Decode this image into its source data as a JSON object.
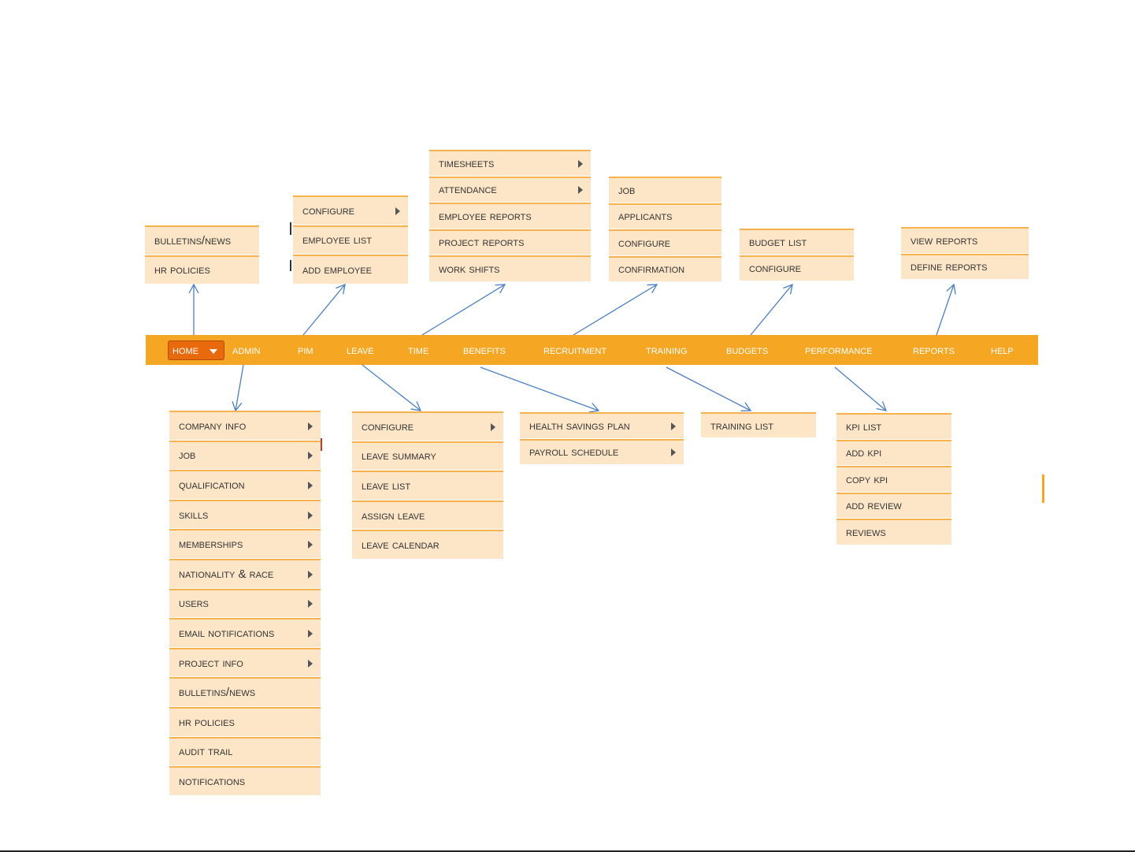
{
  "colors": {
    "menubar": "#f5a623",
    "home_button": "#e86a0c",
    "menu_item_bg": "#fde6c7",
    "menu_item_border": "#f7b14d",
    "arrows": "#4a7fc1"
  },
  "menubar": {
    "home": "Home",
    "items": [
      "Admin",
      "PIM",
      "Leave",
      "Time",
      "Benefits",
      "Recruitment",
      "Training",
      "Budgets",
      "Performance",
      "Reports",
      "Help"
    ]
  },
  "menus": {
    "home": [
      {
        "label": "Bulletins/News",
        "submenu": false
      },
      {
        "label": "HR Policies",
        "submenu": false
      }
    ],
    "pim": [
      {
        "label": "Configure",
        "submenu": true
      },
      {
        "label": "Employee List",
        "submenu": false
      },
      {
        "label": "Add Employee",
        "submenu": false
      }
    ],
    "time": [
      {
        "label": "Timesheets",
        "submenu": true
      },
      {
        "label": "Attendance",
        "submenu": true
      },
      {
        "label": "Employee Reports",
        "submenu": false
      },
      {
        "label": "Project Reports",
        "submenu": false
      },
      {
        "label": "Work Shifts",
        "submenu": false
      }
    ],
    "recruitment": [
      {
        "label": "Job",
        "submenu": false
      },
      {
        "label": "Applicants",
        "submenu": false
      },
      {
        "label": "Configure",
        "submenu": false
      },
      {
        "label": "Confirmation",
        "submenu": false
      }
    ],
    "budgets": [
      {
        "label": "Budget List",
        "submenu": false
      },
      {
        "label": "Configure",
        "submenu": false
      }
    ],
    "reports": [
      {
        "label": "View Reports",
        "submenu": false
      },
      {
        "label": "Define Reports",
        "submenu": false
      }
    ],
    "admin": [
      {
        "label": "Company Info",
        "submenu": true
      },
      {
        "label": "Job",
        "submenu": true
      },
      {
        "label": "Qualification",
        "submenu": true
      },
      {
        "label": "Skills",
        "submenu": true
      },
      {
        "label": "Memberships",
        "submenu": true
      },
      {
        "label": "Nationality & Race",
        "submenu": true
      },
      {
        "label": "Users",
        "submenu": true
      },
      {
        "label": "Email Notifications",
        "submenu": true
      },
      {
        "label": "Project Info",
        "submenu": true
      },
      {
        "label": "Bulletins/News",
        "submenu": false
      },
      {
        "label": "HR Policies",
        "submenu": false
      },
      {
        "label": "Audit Trail",
        "submenu": false
      },
      {
        "label": "Notifications",
        "submenu": false
      }
    ],
    "leave": [
      {
        "label": "Configure",
        "submenu": true
      },
      {
        "label": "Leave Summary",
        "submenu": false
      },
      {
        "label": "Leave List",
        "submenu": false
      },
      {
        "label": "Assign Leave",
        "submenu": false
      },
      {
        "label": "Leave Calendar",
        "submenu": false
      }
    ],
    "benefits": [
      {
        "label": "Health Savings Plan",
        "submenu": true
      },
      {
        "label": "Payroll Schedule",
        "submenu": true
      }
    ],
    "training": [
      {
        "label": "Training List",
        "submenu": false
      }
    ],
    "performance": [
      {
        "label": "KPI List",
        "submenu": false
      },
      {
        "label": "Add KPI",
        "submenu": false
      },
      {
        "label": "Copy KPI",
        "submenu": false
      },
      {
        "label": "Add Review",
        "submenu": false
      },
      {
        "label": "Reviews",
        "submenu": false
      }
    ]
  }
}
